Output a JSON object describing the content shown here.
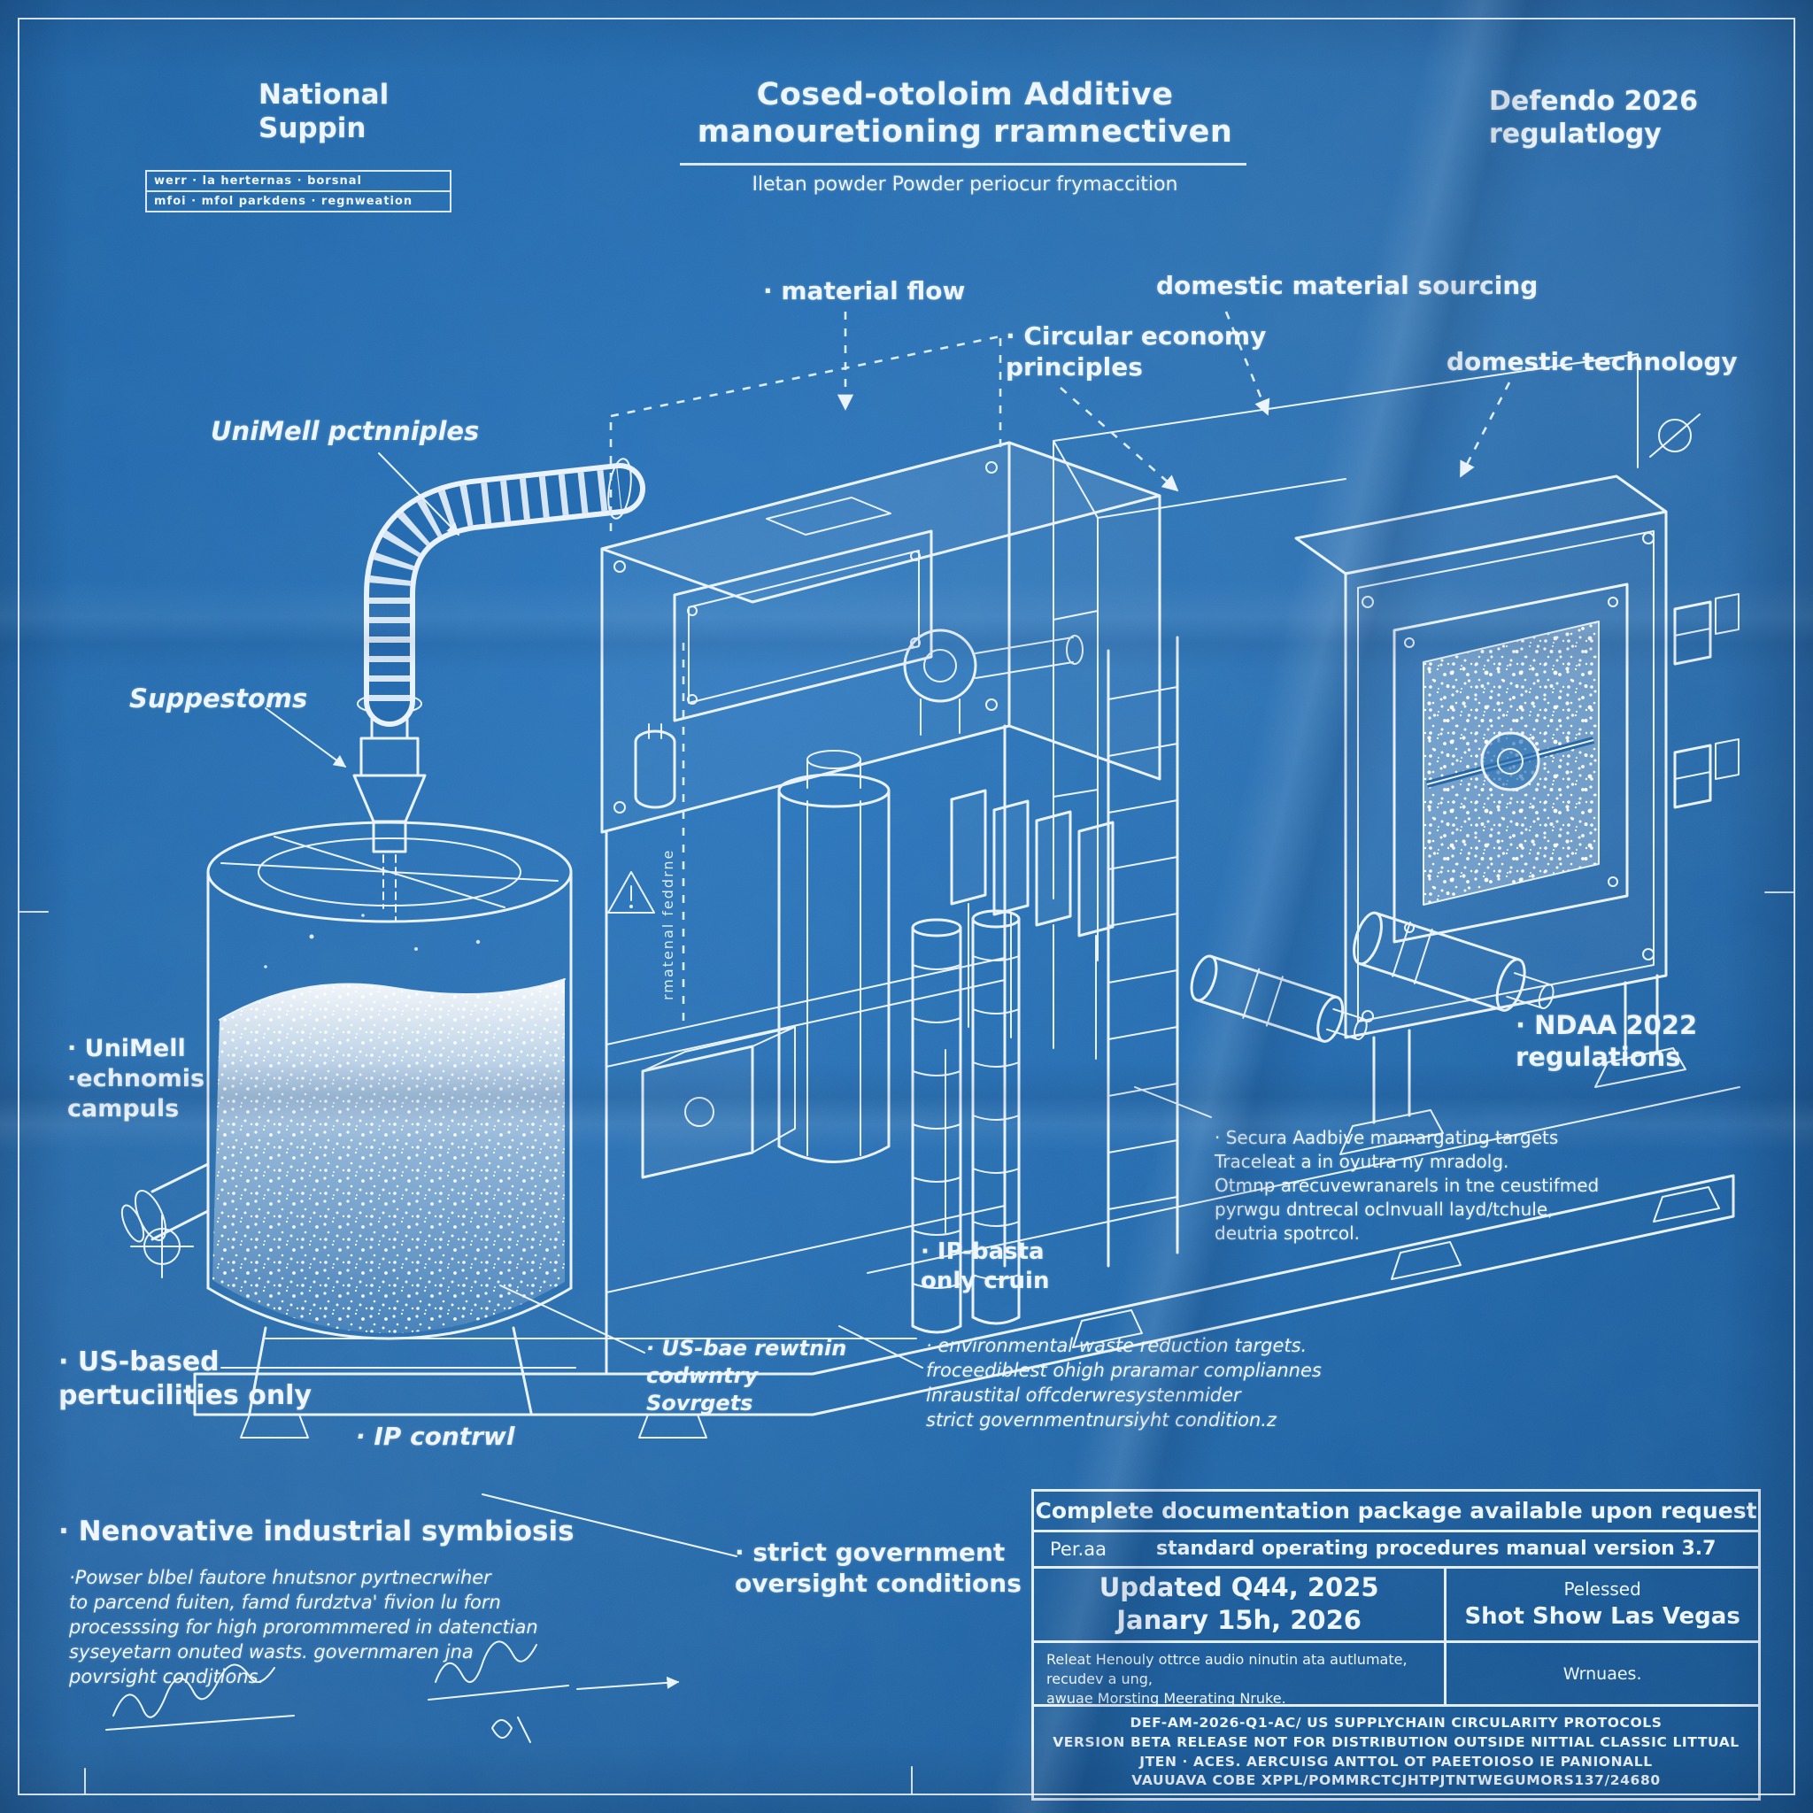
{
  "palette": {
    "background": "#2068ad",
    "ink": "#eef6fd"
  },
  "header": {
    "org": "National\nSuppin",
    "stamp_row1": "werr · la herternas · borsnal",
    "stamp_row2": "mfoi · mfol parkdens · regnweation",
    "title": "Cosed-otoloim Additive\nmanouretioning rramnectiven",
    "subtitle": "Iletan powder Powder periocur frymaccition",
    "revision": "Defendo 2026\nregulatlogy"
  },
  "callouts": {
    "material_flow": "· material flow",
    "domestic_sourcing": "domestic material sourcing",
    "circular_economy": "· Circular economy\nprinciples",
    "domestic_technology": "domestic technology",
    "unimell_principles": "UniMell pctnniples",
    "suppestoms": "Suppestoms",
    "unimell_campuls": "· UniMell\n·echnomis\ncampuls",
    "ndaa": "· NDAA 2022\nregulations",
    "secura_block": "· Secura Aadbive mamargating targets\nTraceleat a in oyutra ny mradolg.\nOtmnp arecuvewranarels in tne ceustifmed\npyrwgu dntrecal oclnvuall layd/tchule,\ndeutria spotrcol.",
    "ip_basta": "· IP-basta\nonly cruin",
    "us_based": "· US-based\npertucilities only",
    "us_bae": "· US-bae rewtnin\ncodwntry\nSovrgets",
    "ip_contrwl": "· IP contrwl",
    "environment_block": "· environmental waste reduction targets.\nfroceediblest ohigh praramar compliannes\ninraustital offcderwresystenmider\nstrict governmentnursiyht condition.z",
    "symbiosis_title": "· Nenovative industrial symbiosis",
    "symbiosis_body": "·Powser blbel fautore hnutsnor pyrtnecrwiher\nto parcend fuiten, famd furdztva' fivion lu forn\nprocesssing for high prorommmered in datenctian\nsyseyetarn onuted wasts. governmaren jna\npovrsight condjtions.",
    "strict_government": "· strict government\noversight conditions",
    "vertical_note": "rmatenal feddrne"
  },
  "titleblock": {
    "header": "Complete documentation package available upon request",
    "procedures_label": "Per.aa",
    "procedures_value": "standard operating procedures manual version 3.7",
    "updated": "Updated Q44, 2025\nJanary 15h, 2026",
    "released_label": "Pelessed",
    "released_value": "Shot Show Las Vegas",
    "note_left": "Releat Henouly ottrce audio ninutin ata autlumate, recudev a ung,\nawuae Morsting Meerating Nruke.",
    "note_right": "Wrnuaes.",
    "footer": "DEF-AM-2026-Q1-AC/ US SUPPLYCHAIN CIRCULARITY PROTOCOLS\nVERSION BETA RELEASE NOT FOR DISTRIBUTION OUTSIDE NITTIAL CLASSIC LITTUAL JTEN · ACES. AERCUISG ANTTOL OT PAEETOIOSO IE PANIONALL\nVAUUAVA COBE XPPL/POMMRCTCJHTPJTNTWEGUMORS137/24680"
  }
}
